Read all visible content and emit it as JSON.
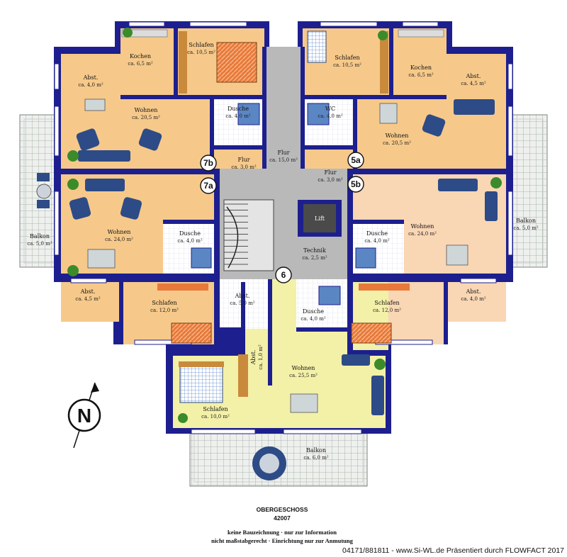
{
  "colors": {
    "wall": "#1d1f8e",
    "wall_inner": "#2a2ea6",
    "room_orange": "#f6c98a",
    "room_peach": "#f9d6b4",
    "room_yellow": "#f3f0a8",
    "corridor": "#b9b9b9",
    "wet_room": "#ffffff",
    "balcony": "#e9ece9",
    "balcony_grid": "#9aa59a",
    "furniture_blue": "#2d4b86",
    "wood": "#c98a3c"
  },
  "rooms": {
    "kochen_l": {
      "name": "Kochen",
      "area": "ca. 6,5 m²"
    },
    "schlafen_tl": {
      "name": "Schlafen",
      "area": "ca. 10,5 m²"
    },
    "abst_tl": {
      "name": "Abst.",
      "area": "ca. 4,0 m²"
    },
    "wohnen_tl": {
      "name": "Wohnen",
      "area": "ca. 20,5 m²"
    },
    "dusche_tl": {
      "name": "Dusche",
      "area": "ca. 4,0 m²"
    },
    "flur_tl": {
      "name": "Flur",
      "area": "ca. 3,0 m²"
    },
    "flur_main": {
      "name": "Flur",
      "area": "ca. 15,0 m²"
    },
    "schlafen_tr": {
      "name": "Schlafen",
      "area": "ca. 10,5 m²"
    },
    "wc_tr": {
      "name": "WC",
      "area": "ca. 4,0 m²"
    },
    "kochen_r": {
      "name": "Kochen",
      "area": "ca. 6,5 m²"
    },
    "abst_tr": {
      "name": "Abst.",
      "area": "ca. 4,5 m²"
    },
    "wohnen_tr": {
      "name": "Wohnen",
      "area": "ca. 20,5 m²"
    },
    "flur_tr": {
      "name": "Flur",
      "area": "ca. 3,0 m²"
    },
    "wohnen_ml": {
      "name": "Wohnen",
      "area": "ca. 24,0 m²"
    },
    "dusche_ml": {
      "name": "Dusche",
      "area": "ca. 4,0 m²"
    },
    "balkon_l": {
      "name": "Balkon",
      "area": "ca. 5,0 m²"
    },
    "lift": {
      "name": "Lift"
    },
    "technik": {
      "name": "Technik",
      "area": "ca. 2,5 m²"
    },
    "dusche_mr": {
      "name": "Dusche",
      "area": "ca. 4,0 m²"
    },
    "wohnen_mr": {
      "name": "Wohnen",
      "area": "ca. 24,0 m²"
    },
    "balkon_r": {
      "name": "Balkon",
      "area": "ca. 5,0 m²"
    },
    "abst_bl": {
      "name": "Abst.",
      "area": "ca. 4,5 m²"
    },
    "schlafen_bl": {
      "name": "Schlafen",
      "area": "ca. 12,0 m²"
    },
    "abst_c": {
      "name": "Abst.",
      "area": "ca. 5,0 m²"
    },
    "dusche_c": {
      "name": "Dusche",
      "area": "ca. 4,0 m²"
    },
    "schlafen_br": {
      "name": "Schlafen",
      "area": "ca. 12,0 m²"
    },
    "abst_br": {
      "name": "Abst.",
      "area": "ca. 4,0 m²"
    },
    "abst_small": {
      "name": "Abst.",
      "area": "ca. 1,0 m²"
    },
    "wohnen_b": {
      "name": "Wohnen",
      "area": "ca. 25,5 m²"
    },
    "schlafen_b": {
      "name": "Schlafen",
      "area": "ca. 10,0 m²"
    },
    "balkon_b": {
      "name": "Balkon",
      "area": "ca. 6,0 m²"
    }
  },
  "units": {
    "u7b": "7b",
    "u7a": "7a",
    "u5a": "5a",
    "u5b": "5b",
    "u6": "6"
  },
  "compass": {
    "letter": "N"
  },
  "caption": {
    "floor": "OBERGESCHOSS",
    "code": "42007",
    "disclaimer_1": "keine Bauzeichnung · nur zur Information",
    "disclaimer_2": "nicht maßstabgerecht · Einrichtung nur zur Anmutung"
  },
  "footer": {
    "text": "04171/881811 - www.Si-WL.de Präsentiert durch FLOWFACT 2017"
  }
}
